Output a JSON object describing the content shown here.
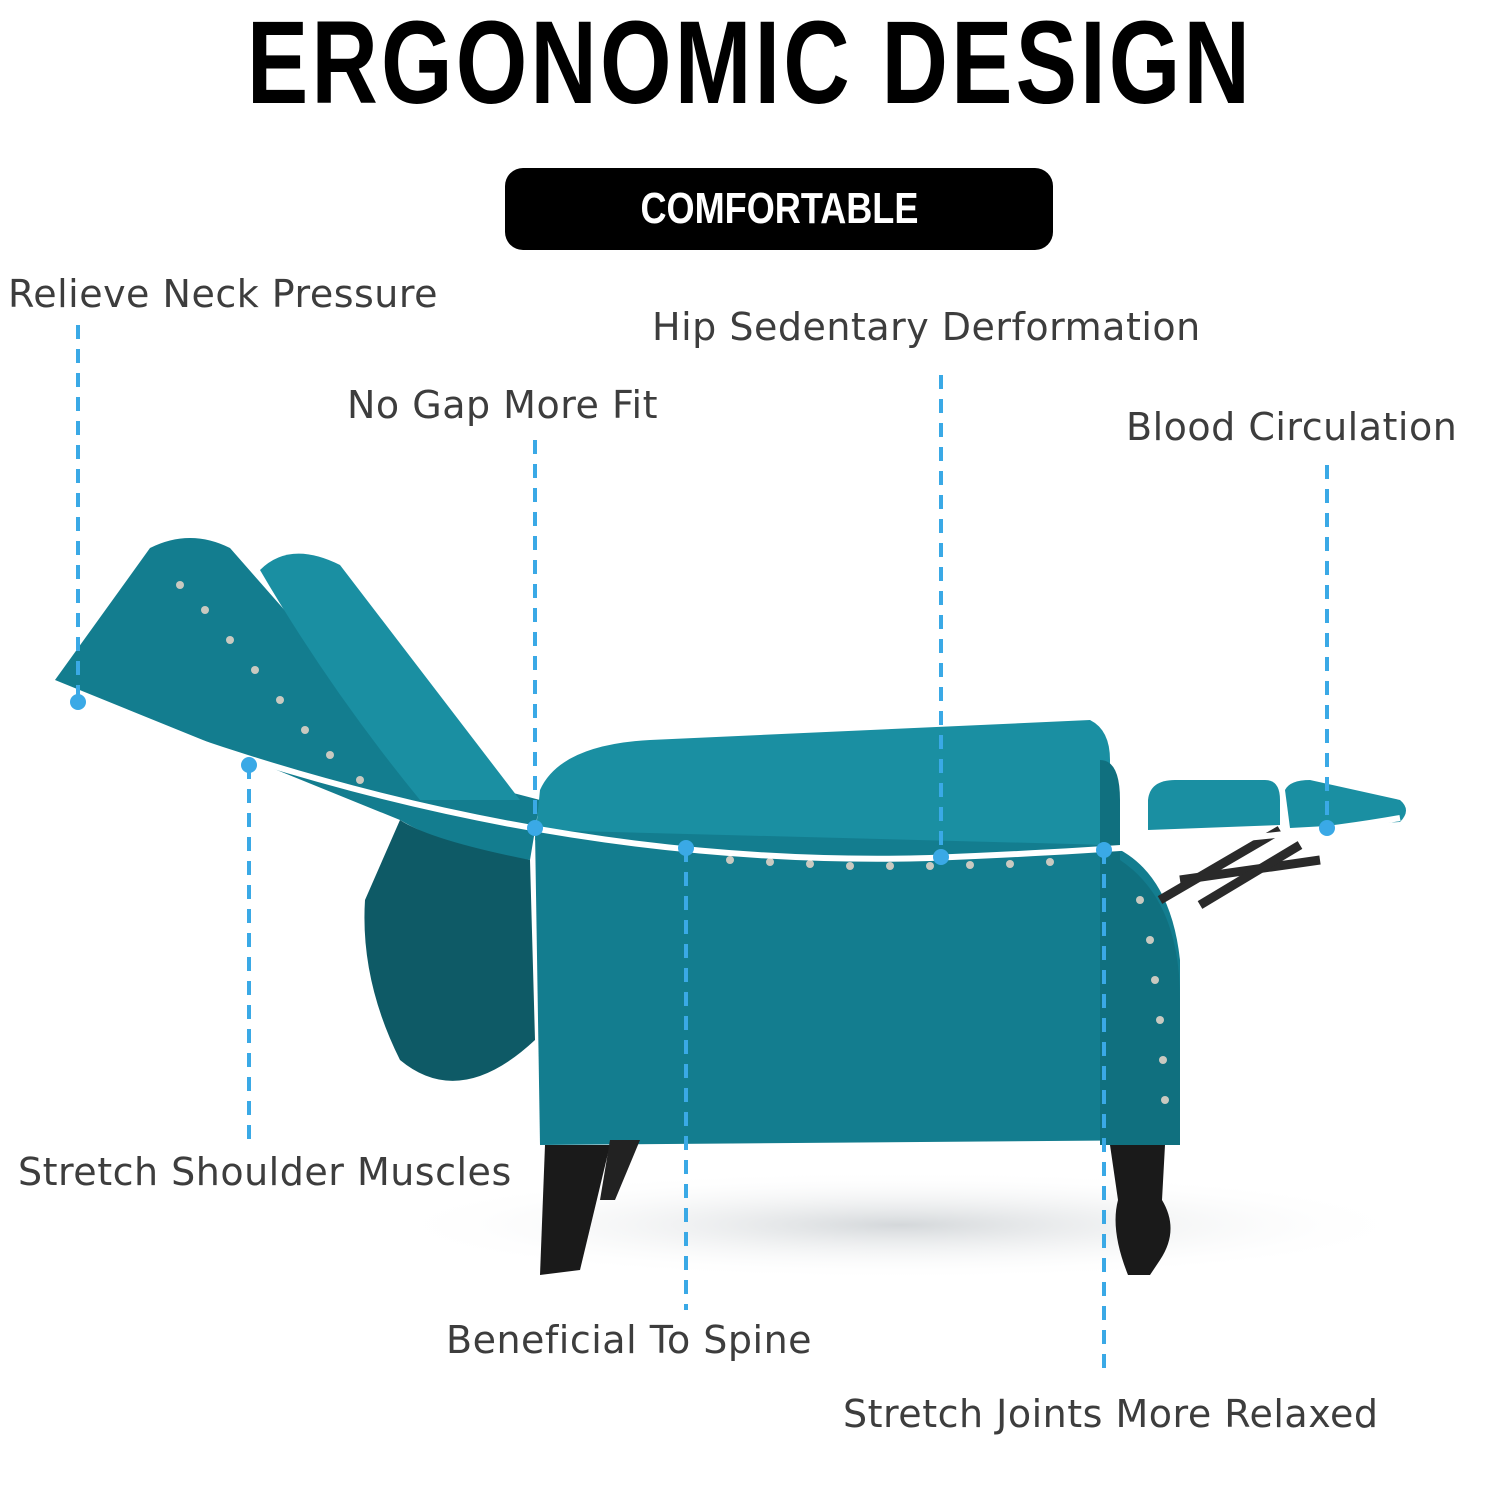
{
  "header": {
    "title": "ERGONOMIC DESIGN",
    "badge": "COMFORTABLE"
  },
  "callouts": {
    "relieve_neck": "Relieve Neck Pressure",
    "hip_deformation": "Hip Sedentary Derformation",
    "no_gap": "No Gap More Fit",
    "blood_circulation": "Blood Circulation",
    "stretch_shoulder": "Stretch Shoulder Muscles",
    "beneficial_spine": "Beneficial To Spine",
    "stretch_joints": "Stretch Joints More Relaxed"
  },
  "colors": {
    "fabric": "#137d8f",
    "fabric_dark": "#0e6270",
    "leader_line": "#3aa9e6",
    "curve": "#ffffff",
    "legs": "#1a1a1a"
  },
  "product": {
    "illustration": "teal wingback recliner chair with footrest extended"
  }
}
